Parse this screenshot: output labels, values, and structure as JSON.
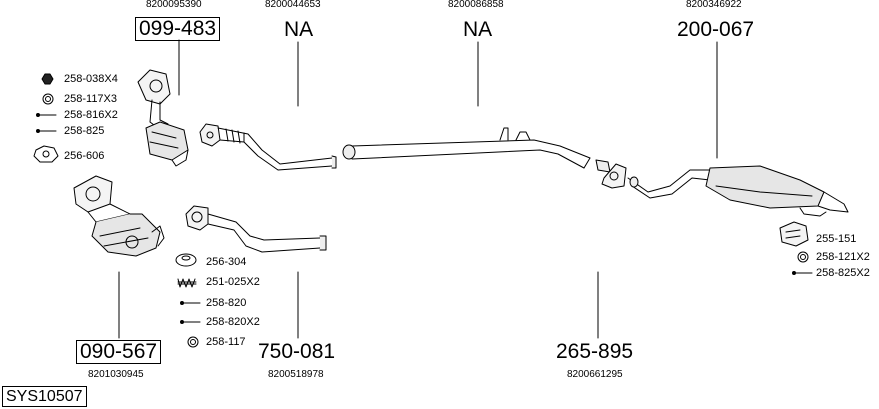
{
  "sections": [
    {
      "oem": "8200095390",
      "part": "099-483"
    },
    {
      "oem": "8200044653",
      "part": "NA"
    },
    {
      "oem": "8200086858",
      "part": "NA"
    },
    {
      "oem": "8200346922",
      "part": "200-067"
    },
    {
      "oem": "8201030945",
      "part": "090-567"
    },
    {
      "oem": "8200518978",
      "part": "750-081"
    },
    {
      "oem": "8200661295",
      "part": "265-895"
    }
  ],
  "fittings_left": [
    "258-038X4",
    "258-117X3",
    "258-816X2",
    "258-825",
    "256-606"
  ],
  "fittings_middle": [
    "256-304",
    "251-025X2",
    "258-820",
    "258-820X2",
    "258-117"
  ],
  "fittings_right": [
    "255-151",
    "258-121X2",
    "258-825X2"
  ],
  "system_id": "SYS10507"
}
